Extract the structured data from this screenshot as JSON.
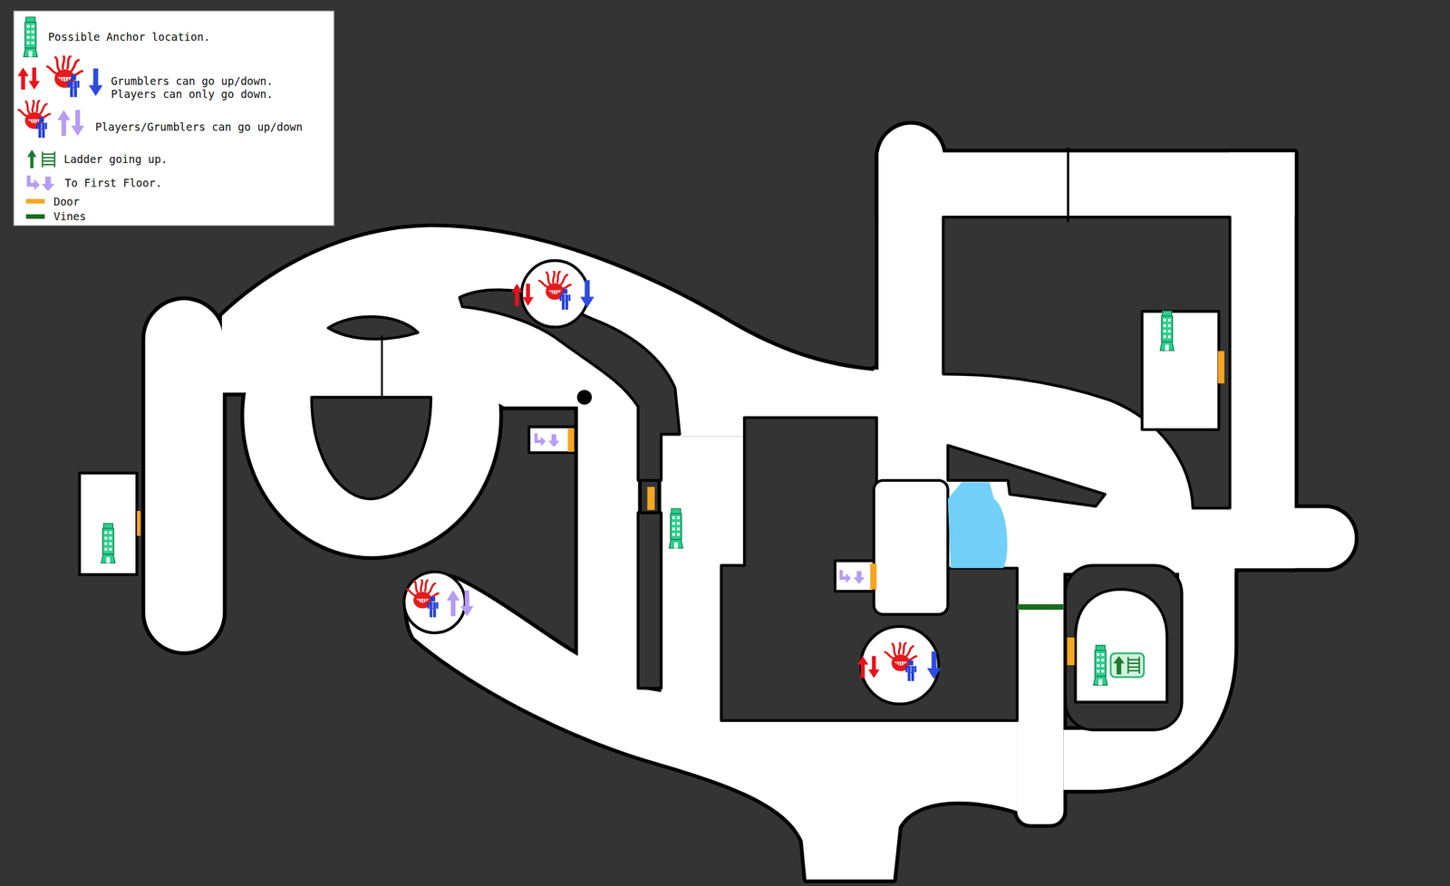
{
  "diagram": {
    "legend": [
      {
        "text": "Possible Anchor location."
      },
      {
        "text": "Grumblers can go up/down. Players can only go down."
      },
      {
        "text": "Players/Grumblers can go up/down"
      },
      {
        "text": "Ladder going up."
      },
      {
        "text": "To First Floor."
      },
      {
        "text": "Door",
        "color": "#f5a623"
      },
      {
        "text": "Vines",
        "color": "#176b1c"
      }
    ]
  }
}
